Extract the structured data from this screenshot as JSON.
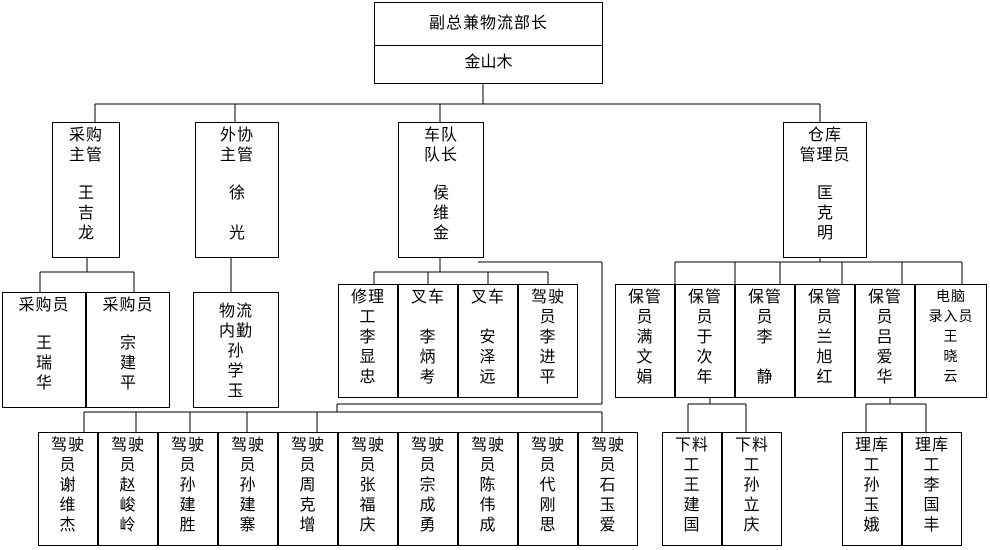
{
  "top": {
    "title": "副总兼物流部长",
    "name": "金山木"
  },
  "managers": [
    {
      "title": "采购\n主管",
      "name": "王\n吉\n龙"
    },
    {
      "title": "外协\n主管",
      "name": "徐\n\n光"
    },
    {
      "title": "车队\n队长",
      "name": "侯\n维\n金"
    },
    {
      "title": "仓库\n管理员",
      "name": "匡\n克\n明"
    }
  ],
  "purchasing": [
    {
      "title": "采购员",
      "name": "王\n瑞\n华"
    },
    {
      "title": "采购员",
      "name": "宗\n建\n平"
    }
  ],
  "outsourcing": [
    {
      "title": "物流\n内勤\n孙\n学\n玉",
      "name": ""
    }
  ],
  "fleet": [
    {
      "title": "修理\n工\n李\n显\n忠",
      "name": ""
    },
    {
      "title": "叉车\n\n李\n炳\n考",
      "name": ""
    },
    {
      "title": "叉车\n\n安\n泽\n远",
      "name": ""
    },
    {
      "title": "驾驶\n员\n李\n进\n平",
      "name": ""
    }
  ],
  "warehouse": [
    {
      "title": "保管\n员\n满\n文\n娟",
      "name": ""
    },
    {
      "title": "保管\n员\n于\n次\n年",
      "name": ""
    },
    {
      "title": "保管\n员\n李\n\n静",
      "name": ""
    },
    {
      "title": "保管\n员\n兰\n旭\n红",
      "name": ""
    },
    {
      "title": "保管\n员\n吕\n爱\n华",
      "name": ""
    },
    {
      "title": "电脑\n录入员\n王\n晓\n云",
      "name": ""
    }
  ],
  "drivers": [
    {
      "title": "驾驶\n员\n谢\n维\n杰",
      "name": ""
    },
    {
      "title": "驾驶\n员\n赵\n峻\n岭",
      "name": ""
    },
    {
      "title": "驾驶\n员\n孙\n建\n胜",
      "name": ""
    },
    {
      "title": "驾驶\n员\n孙\n建\n寨",
      "name": ""
    },
    {
      "title": "驾驶\n员\n周\n克\n增",
      "name": ""
    },
    {
      "title": "驾驶\n员\n张\n福\n庆",
      "name": ""
    },
    {
      "title": "驾驶\n员\n宗\n成\n勇",
      "name": ""
    },
    {
      "title": "驾驶\n员\n陈\n伟\n成",
      "name": ""
    },
    {
      "title": "驾驶\n员\n代\n刚\n思",
      "name": ""
    },
    {
      "title": "驾驶\n员\n石\n玉\n爱",
      "name": ""
    }
  ],
  "materials": [
    {
      "title": "下料\n工\n王\n建\n国",
      "name": ""
    },
    {
      "title": "下料\n工\n孙\n立\n庆",
      "name": ""
    }
  ],
  "stockroom": [
    {
      "title": "理库\n工\n孙\n玉\n娥",
      "name": ""
    },
    {
      "title": "理库\n工\n李\n国\n丰",
      "name": ""
    }
  ]
}
